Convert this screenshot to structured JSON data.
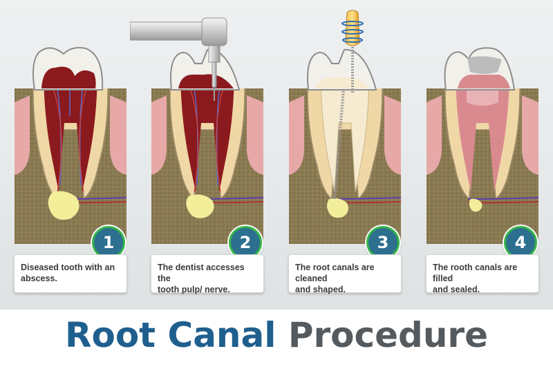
{
  "title": {
    "part1": "Root Canal",
    "part2": "Procedure"
  },
  "colors": {
    "title_blue": "#1f5f8e",
    "title_gray": "#555a5e",
    "badge_ring": "#37b44a",
    "badge_fill": "#2c6f8f",
    "pulp_infected": "#8b1a1e",
    "pulp_filled": "#d98a8f",
    "bone": "#8a7a52",
    "gum": "#e7a8a8",
    "abscess": "#f2ee9a"
  },
  "steps": [
    {
      "number": "1",
      "caption_line1": "Diseased tooth with an",
      "caption_line2": "abscess."
    },
    {
      "number": "2",
      "caption_line1": "The dentist accesses the",
      "caption_line2": "tooth pulp/ nerve."
    },
    {
      "number": "3",
      "caption_line1": "The root canals are cleaned",
      "caption_line2": "and shaped."
    },
    {
      "number": "4",
      "caption_line1": "The rooth canals are filled",
      "caption_line2": "and sealed."
    }
  ],
  "icons": [
    "dental-drill-icon",
    "root-canal-file-icon"
  ]
}
